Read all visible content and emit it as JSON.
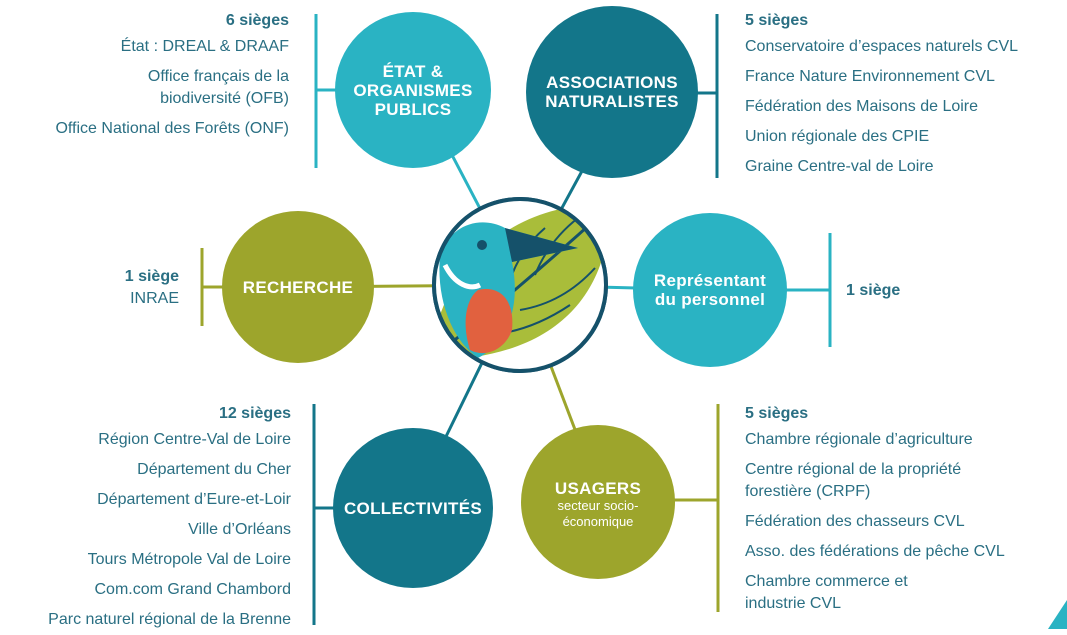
{
  "colors": {
    "light_teal": "#2ab3c3",
    "dark_teal": "#13768a",
    "olive": "#9da52c",
    "text": "#2a6f83",
    "bird_orange": "#e1613f",
    "bird_dark": "#15516a",
    "leaf_green": "#a9bd3a"
  },
  "circles": {
    "etat": "ÉTAT & ORGANISMES PUBLICS",
    "associations": "ASSOCIATIONS NATURALISTES",
    "recherche": "RECHERCHE",
    "personnel": "Représentant du personnel",
    "collectivites": "COLLECTIVITÉS",
    "usagers": "USAGERS",
    "usagers_sub": "secteur socio-économique"
  },
  "groups": {
    "etat": {
      "seats": "6 sièges",
      "members": [
        "État : DREAL & DRAAF",
        "Office français de la biodiversité (OFB)",
        "Office National des Forêts (ONF)"
      ]
    },
    "associations": {
      "seats": "5 sièges",
      "members": [
        "Conservatoire d’espaces naturels CVL",
        "France Nature Environnement CVL",
        "Fédération des Maisons de Loire",
        "Union régionale des CPIE",
        "Graine Centre-val de Loire"
      ]
    },
    "recherche": {
      "seats": "1 siège",
      "members": [
        "INRAE"
      ]
    },
    "personnel": {
      "seats": "1 siège"
    },
    "collectivites": {
      "seats": "12 sièges",
      "members": [
        "Région Centre-Val de Loire",
        "Département du Cher",
        "Département d’Eure-et-Loir",
        "Ville d’Orléans",
        "Tours Métropole Val de Loire",
        "Com.com Grand Chambord",
        "Parc naturel régional de la Brenne"
      ]
    },
    "usagers": {
      "seats": "5 sièges",
      "members": [
        "Chambre régionale d’agriculture",
        "Centre régional de la propriété forestière (CRPF)",
        "Fédération des chasseurs CVL",
        "Asso. des fédérations de pêche CVL",
        "Chambre commerce et industrie CVL"
      ]
    }
  }
}
